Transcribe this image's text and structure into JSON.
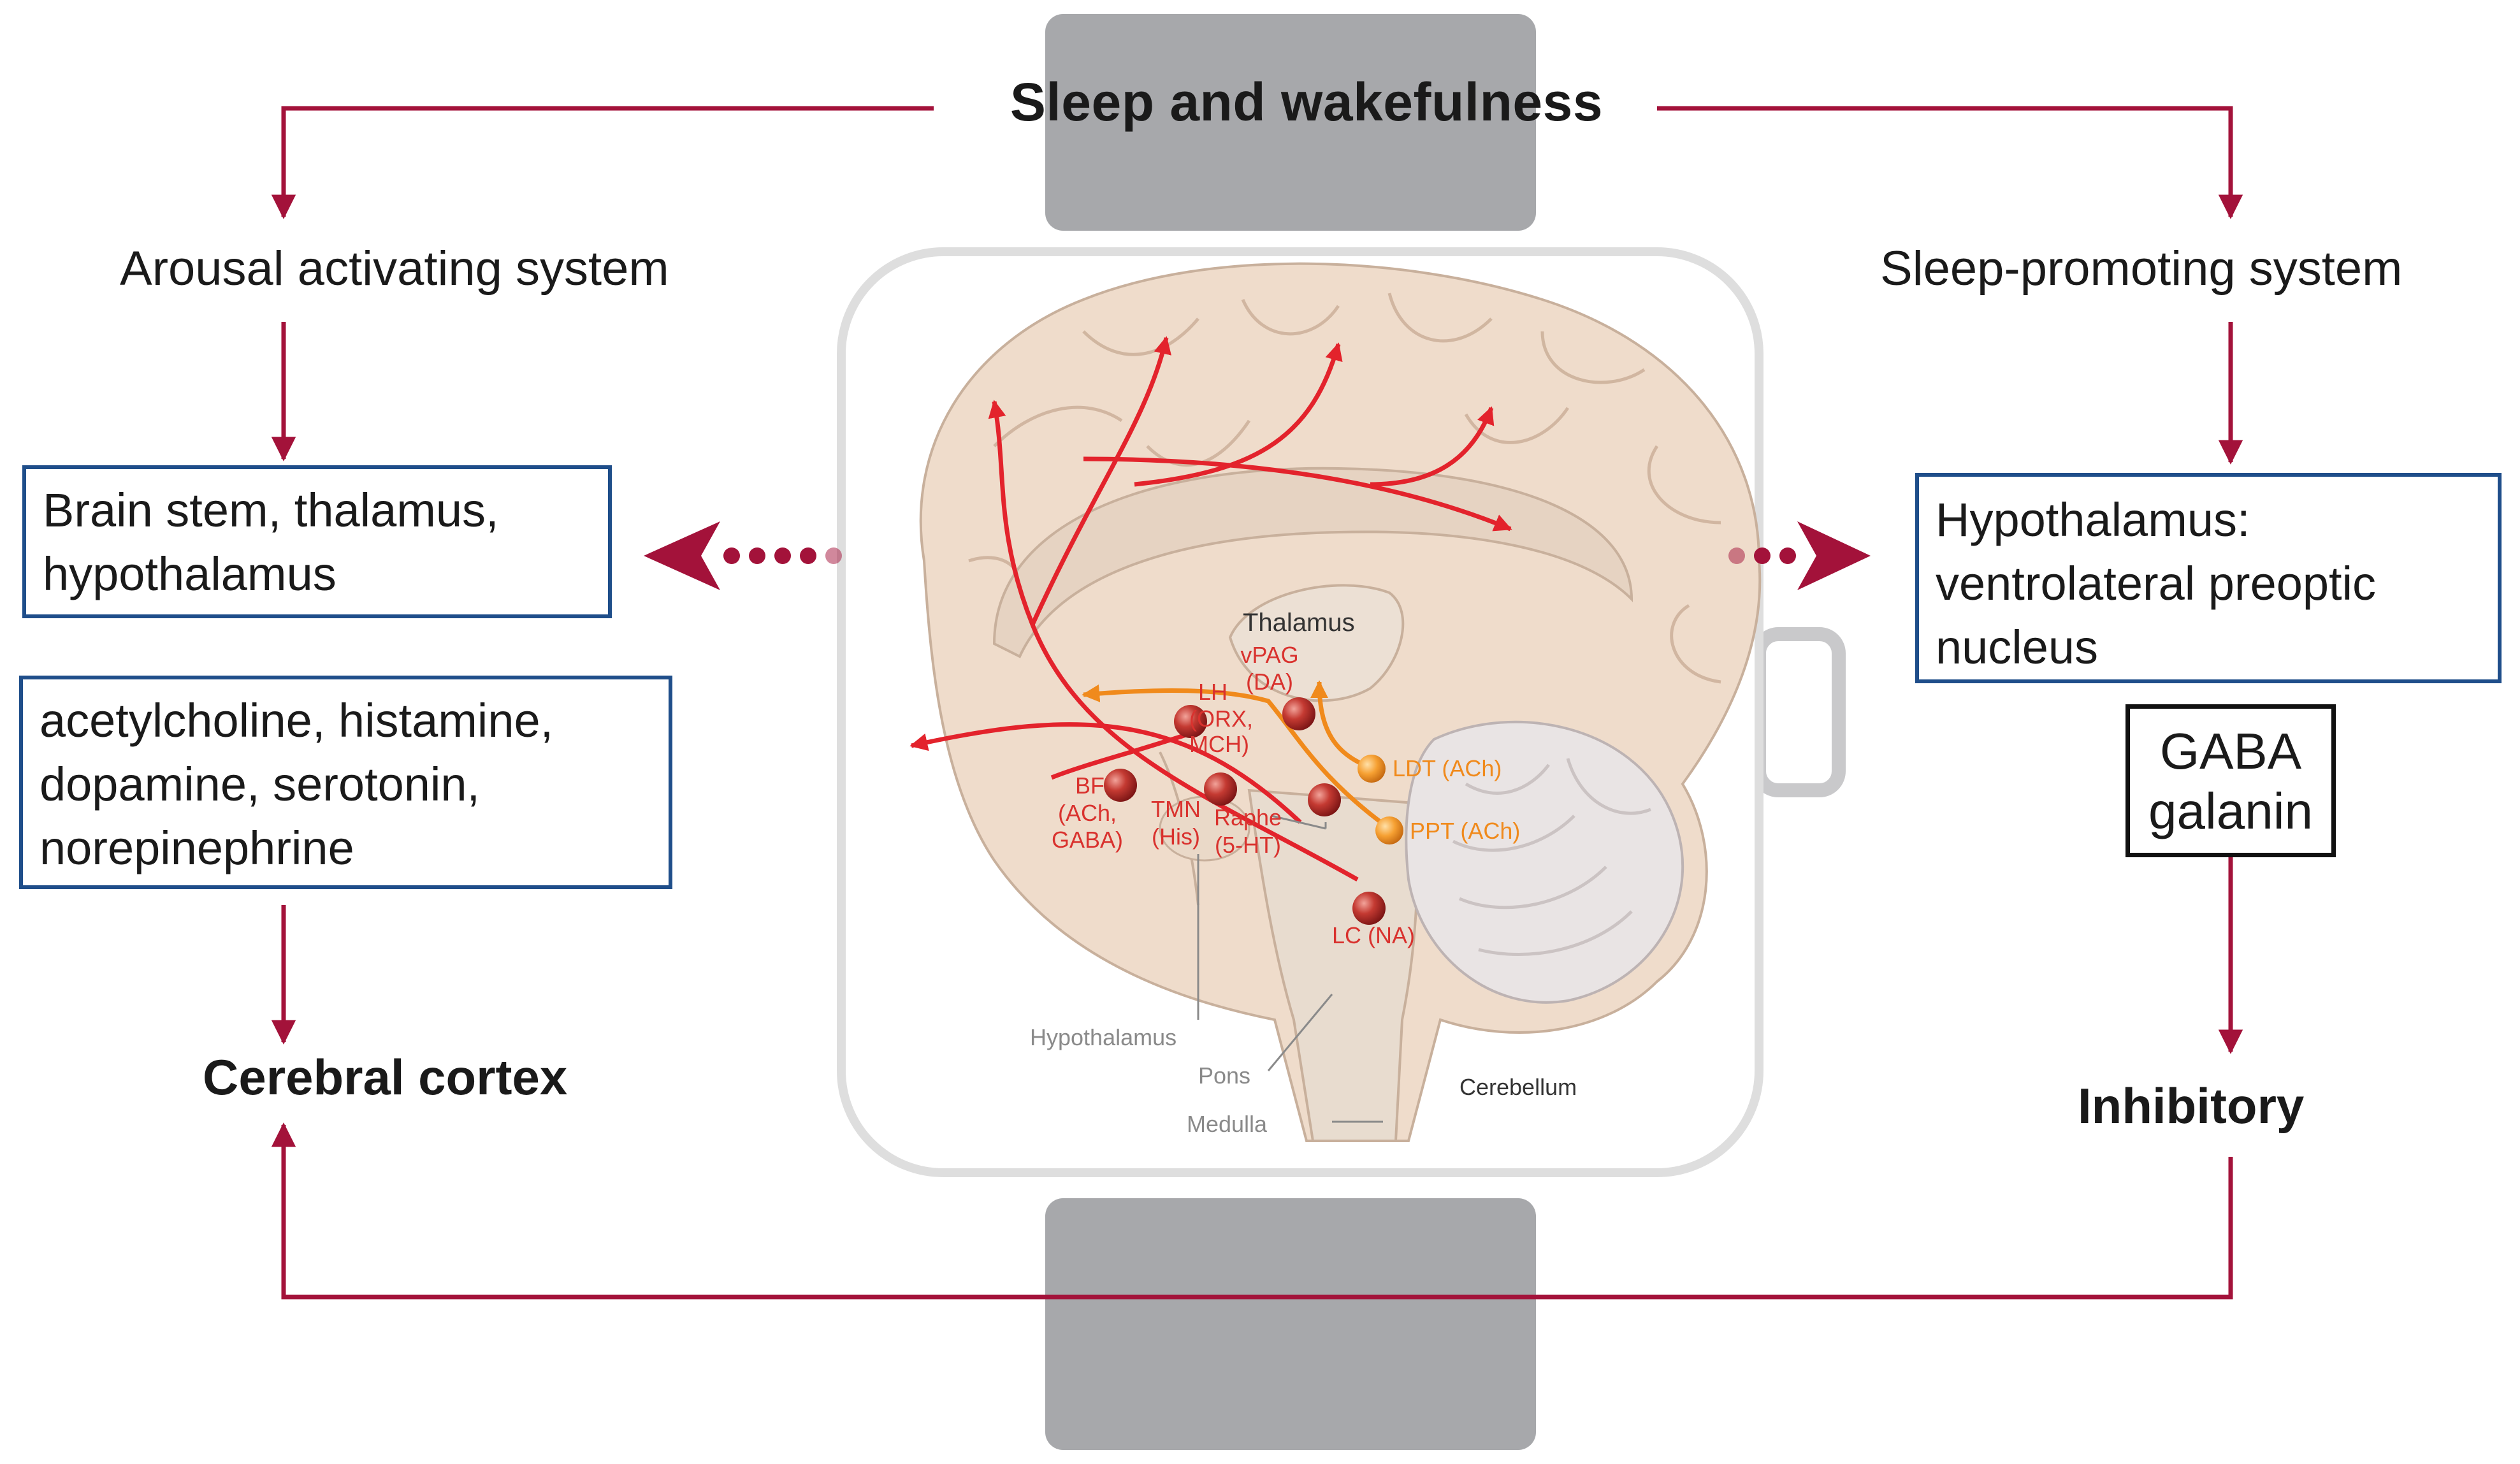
{
  "title": "Sleep and wakefulness",
  "left": {
    "system": "Arousal activating system",
    "box1": [
      "Brain stem, thalamus,",
      "hypothalamus"
    ],
    "box2": [
      "acetylcholine, histamine,",
      "dopamine, serotonin,",
      "norepinephrine"
    ],
    "target": "Cerebral cortex"
  },
  "right": {
    "system": "Sleep-promoting system",
    "box1": [
      "Hypothalamus:",
      "ventrolateral preoptic",
      "nucleus"
    ],
    "box2": [
      "GABA",
      "galanin"
    ],
    "target": "Inhibitory"
  },
  "brain_labels": {
    "thalamus": "Thalamus",
    "vpag": "vPAG",
    "vpag_sub": "(DA)",
    "lh": "LH",
    "lh_sub1": "(ORX,",
    "lh_sub2": "MCH)",
    "bf": "BF",
    "bf_sub1": "(ACh,",
    "bf_sub2": "GABA)",
    "tmn": "TMN",
    "tmn_sub": "(His)",
    "raphe": "Raphe",
    "raphe_sub": "(5-HT)",
    "ldt": "LDT (ACh)",
    "ppt": "PPT (ACh)",
    "lc": "LC (NA)",
    "hypothalamus": "Hypothalamus",
    "pons": "Pons",
    "medulla": "Medulla",
    "cerebellum": "Cerebellum"
  },
  "colors": {
    "arrow": "#a3123a",
    "box_border": "#1f4e8a",
    "nucleus_red": "#b3262b",
    "nucleus_orange": "#f08a1c",
    "watch_band": "#a7a8ab"
  }
}
